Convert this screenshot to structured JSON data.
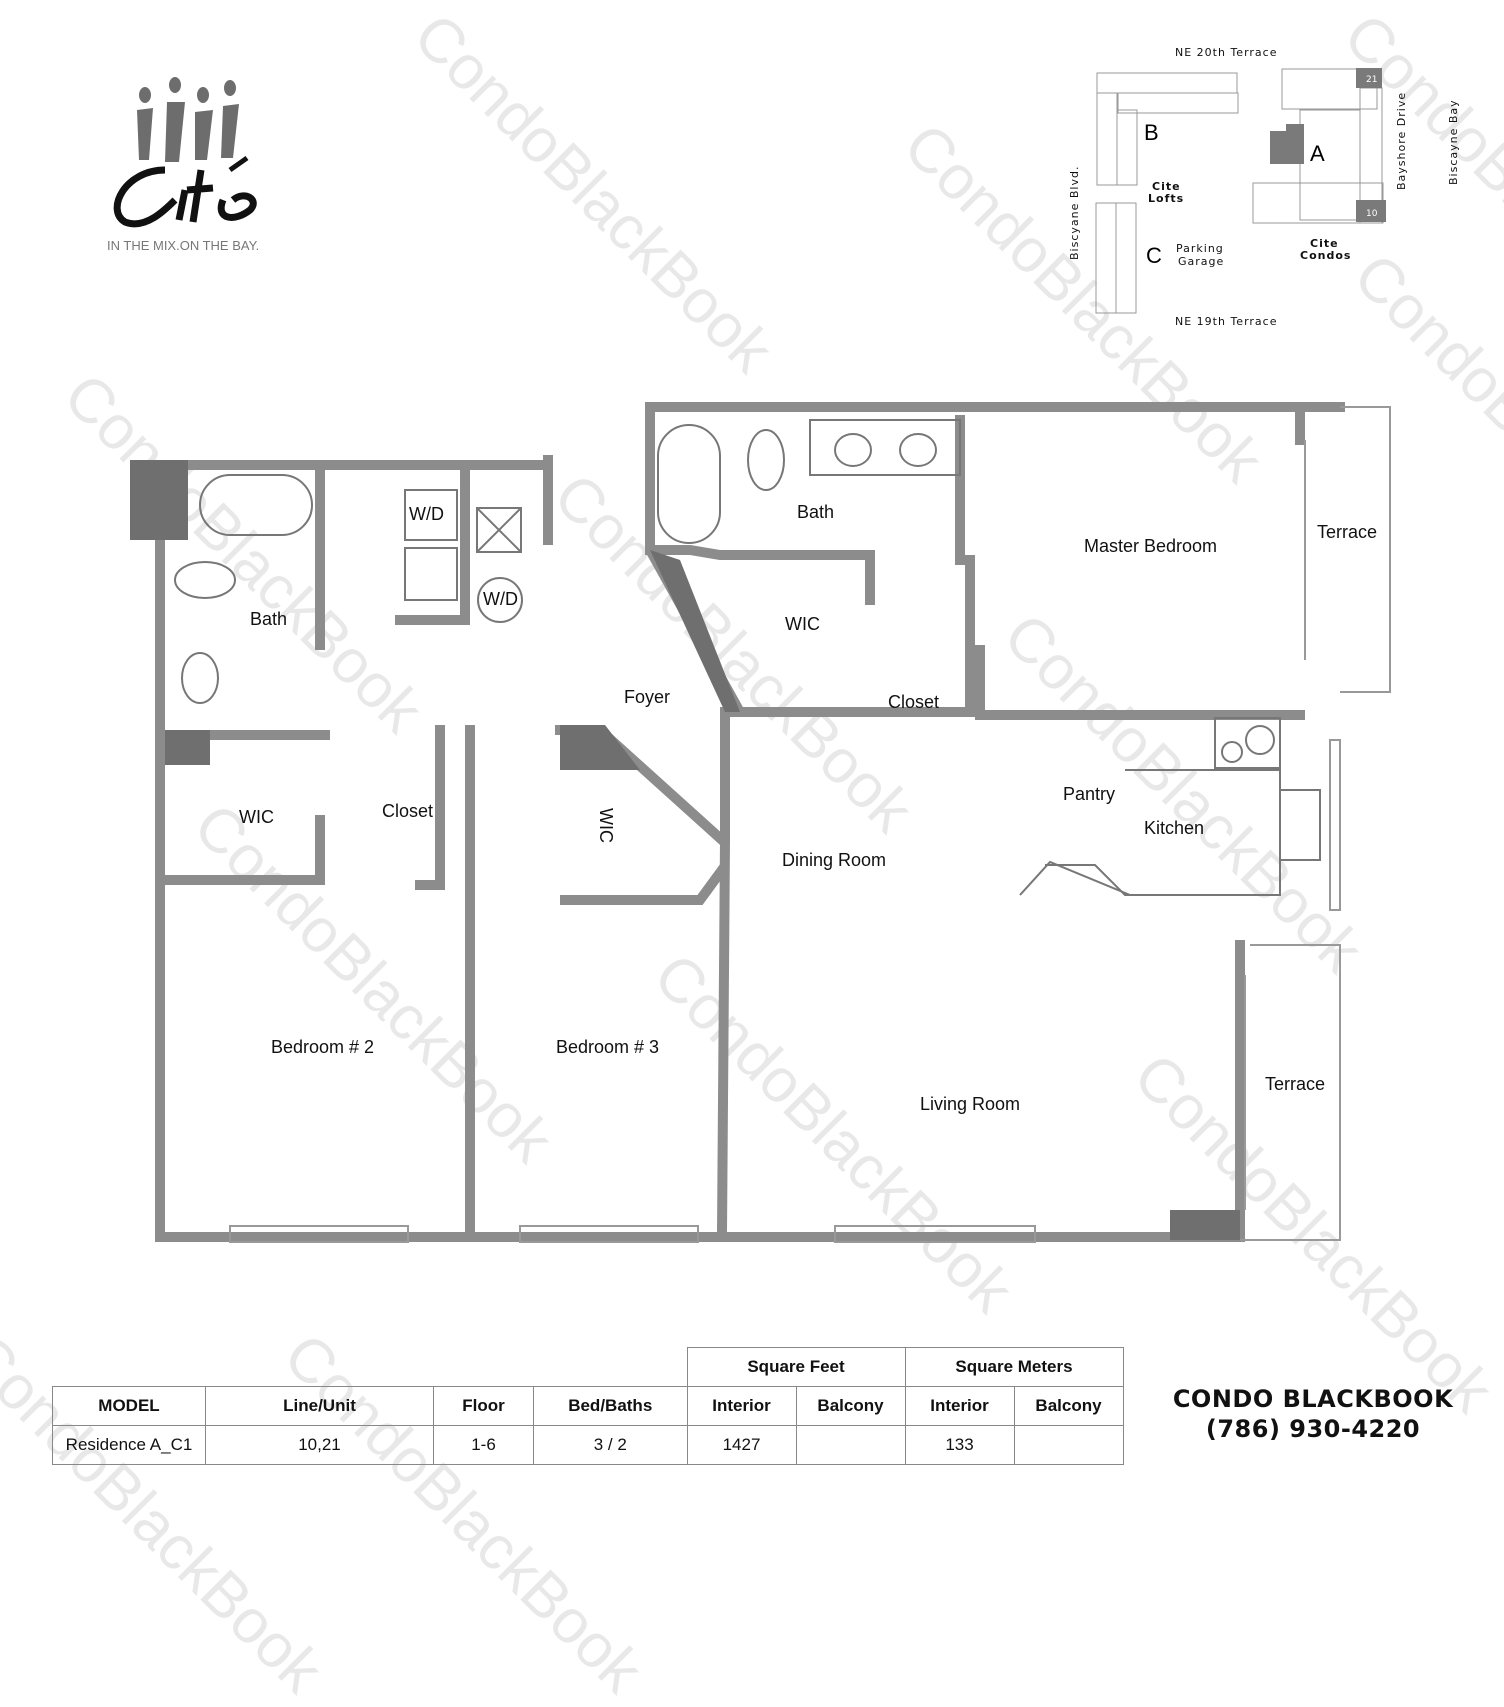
{
  "brand": {
    "logo_text": "Cité",
    "tagline": "IN THE MIX.ON THE BAY."
  },
  "watermark": "CondoBlackBook",
  "key_plan": {
    "streets": {
      "north": "NE 20th Terrace",
      "south": "NE 19th Terrace",
      "west": "Biscyane Blvd.",
      "east": "Bayshore Drive",
      "far_east": "Biscayne Bay"
    },
    "buildings": {
      "a": "A",
      "b": "B",
      "c": "C"
    },
    "labels": {
      "lofts_1": "Cite",
      "lofts_2": "Lofts",
      "garage_1": "Parking",
      "garage_2": "Garage",
      "condos_1": "Cite",
      "condos_2": "Condos"
    },
    "highlighted_units": [
      "21",
      "10"
    ],
    "highlight_color": "#7a7a7a"
  },
  "rooms": {
    "bath1": "Bath",
    "bath2": "Bath",
    "wd1": "W/D",
    "wd2": "W/D",
    "master": "Master Bedroom",
    "terrace1": "Terrace",
    "terrace2": "Terrace",
    "wic1": "WIC",
    "wic2": "WIC",
    "wic3": "WIC",
    "foyer": "Foyer",
    "closet1": "Closet",
    "closet2": "Closet",
    "pantry": "Pantry",
    "kitchen": "Kitchen",
    "dining": "Dining Room",
    "bedroom2": "Bedroom # 2",
    "bedroom3": "Bedroom # 3",
    "living": "Living Room"
  },
  "wall_color": "#8c8c8c",
  "spec_table": {
    "group_headers": {
      "sqft": "Square Feet",
      "sqm": "Square Meters"
    },
    "headers": [
      "MODEL",
      "Line/Unit",
      "Floor",
      "Bed/Baths",
      "Interior",
      "Balcony",
      "Interior",
      "Balcony"
    ],
    "row": [
      "Residence A_C1",
      "10,21",
      "1-6",
      "3 / 2",
      "1427",
      "",
      "133",
      ""
    ]
  },
  "contact": {
    "name_light": "CONDO ",
    "name_bold": "BLACKBOOK",
    "phone": "(786) 930-4220"
  }
}
